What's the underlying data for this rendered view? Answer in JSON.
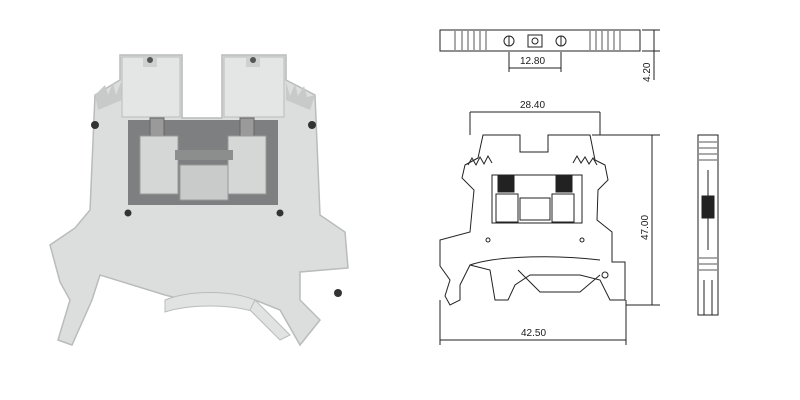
{
  "dimensions": {
    "top_pitch": "12.80",
    "top_thickness": "4.20",
    "body_width": "28.40",
    "height": "47.00",
    "overall_width": "42.50"
  },
  "colors": {
    "housing": "#dcdedd",
    "housing_shade": "#b9bcbb",
    "metal": "#9a9a9a",
    "line": "#222222"
  }
}
